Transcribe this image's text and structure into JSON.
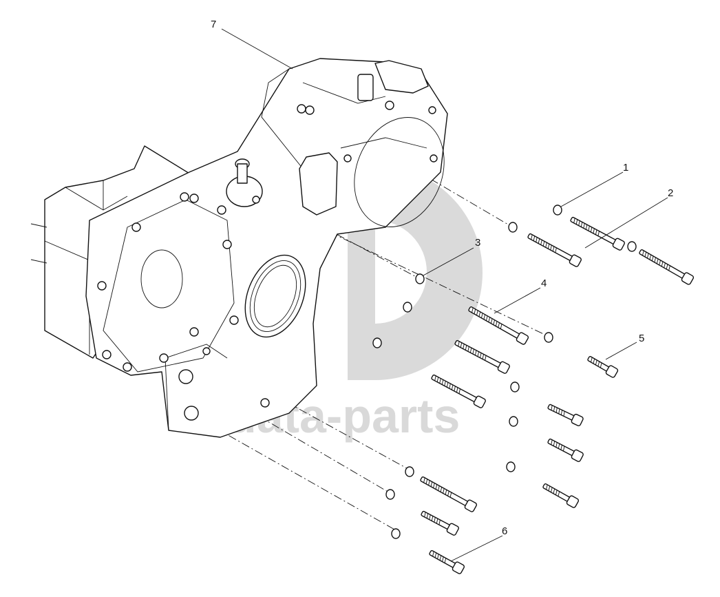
{
  "watermark": {
    "text": "data-parts",
    "color": "#d9d9d9"
  },
  "callouts": [
    {
      "id": "label-1",
      "text": "1"
    },
    {
      "id": "label-2",
      "text": "2"
    },
    {
      "id": "label-3",
      "text": "3"
    },
    {
      "id": "label-4",
      "text": "4"
    },
    {
      "id": "label-5",
      "text": "5"
    },
    {
      "id": "label-6",
      "text": "6"
    },
    {
      "id": "label-7",
      "text": "7"
    }
  ],
  "colors": {
    "line": "#111111",
    "background": "#ffffff",
    "watermark": "#d9d9d9"
  }
}
